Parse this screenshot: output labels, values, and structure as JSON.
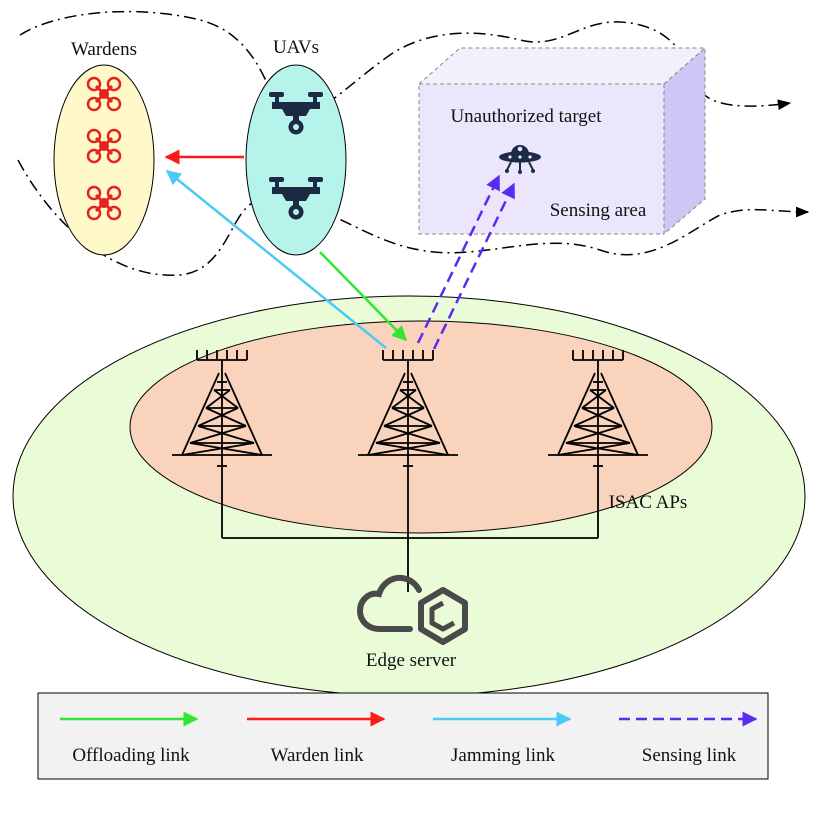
{
  "labels": {
    "wardens": "Wardens",
    "uavs": "UAVs",
    "target": "Unauthorized target",
    "sensing_area": "Sensing area",
    "isac_aps": "ISAC APs",
    "edge_server": "Edge server"
  },
  "legend": [
    {
      "label": "Offloading link",
      "color": "#33e633",
      "style": "solid"
    },
    {
      "label": "Warden link",
      "color": "#ff1a1a",
      "style": "solid"
    },
    {
      "label": "Jamming link",
      "color": "#4dc9f6",
      "style": "solid"
    },
    {
      "label": "Sensing link",
      "color": "#5a2cf2",
      "style": "dashed"
    }
  ],
  "colors": {
    "warden_ellipse": "#fff8c8",
    "uav_ellipse": "#b6f3ea",
    "outer_region": "#eafbd8",
    "inner_region": "#f9d3bc",
    "sensing_box": "#ebe6fb",
    "sensing_box_side": "#cfc6f6",
    "icon_dark": "#1c2a44",
    "warden_drone": "#e3231f",
    "cloud": "#4a4a4a",
    "legend_bg": "#f2f2f2"
  },
  "icons": {
    "warden": "warden-drone-icon",
    "uav": "uav-drone-icon",
    "target": "ufo-icon",
    "ap": "tower-icon",
    "server": "cloud-server-icon"
  }
}
